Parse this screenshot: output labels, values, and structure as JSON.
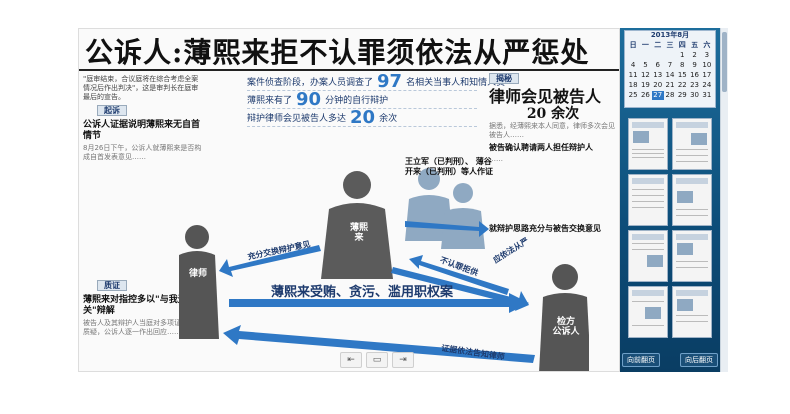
{
  "headline": "公诉人:薄熙来拒不认罪须依法从严惩处",
  "left": {
    "intro": "\"庭审结束，合议庭将在综合考虑全案情况后作出判决\"，这是审判长在庭审最后的宣告。",
    "tag1": "起诉",
    "title1": "公诉人证据说明薄熙来无自首情节",
    "body1": "8月26日下午，公诉人就薄熙来是否构成自首发表意见……",
    "tag2": "质证",
    "title2": "薄熙来对指控多以\"与我无关\"辩解",
    "body2": "被告人及其辩护人当庭对多项证据提出质疑，公诉人逐一作出回应……"
  },
  "stats": {
    "row1_pre": "案件侦查阶段，办案人员调查了",
    "row1_num": "97",
    "row1_post": "名相关当事人和知情人员",
    "row2_pre": "薄熙来有了",
    "row2_num": "90",
    "row2_post": "分钟的自行辩护",
    "row3_pre": "辩护律师会见被告人多达",
    "row3_num": "20",
    "row3_post": "余次"
  },
  "right": {
    "tag": "揭秘",
    "head": "律师会见被告人",
    "sub": "20 余次",
    "body": "据悉，经薄熙来本人同意，律师多次会见被告人……",
    "sec1": "被告确认聘请两人担任辩护人",
    "sec2": "就辩护思路充分与被告交换意见"
  },
  "diagram": {
    "defendant": "薄熙来",
    "lawyer": "律师",
    "prosecutor": "检方\n公诉人",
    "names": "王立军（已判刑）、\n薄谷开来（已判刑）等人作证",
    "arrow1": "充分交换辩护意见",
    "arrow2": "不认罪拒供",
    "arrow3": "应依法从严",
    "arrow4": "证据依法告知律师",
    "caption": "薄熙来受贿、贪污、滥用职权案"
  },
  "toolbar": {
    "btn1": "⇤",
    "btn2": "▭",
    "btn3": "⇥"
  },
  "sidebar": {
    "cal_title": "2013年8月",
    "weekdays": [
      "日",
      "一",
      "二",
      "三",
      "四",
      "五",
      "六"
    ],
    "days": [
      "",
      "",
      "",
      "",
      "1",
      "2",
      "3",
      "4",
      "5",
      "6",
      "7",
      "8",
      "9",
      "10",
      "11",
      "12",
      "13",
      "14",
      "15",
      "16",
      "17",
      "18",
      "19",
      "20",
      "21",
      "22",
      "23",
      "24",
      "25",
      "26",
      "27",
      "28",
      "29",
      "30",
      "31"
    ],
    "selected_day": "27",
    "prev_label": "向前翻页",
    "next_label": "向后翻页"
  },
  "colors": {
    "accent": "#2f78c5",
    "navy": "#1e3b6e",
    "figure": "#555555",
    "arrow": "#2f78c5"
  }
}
